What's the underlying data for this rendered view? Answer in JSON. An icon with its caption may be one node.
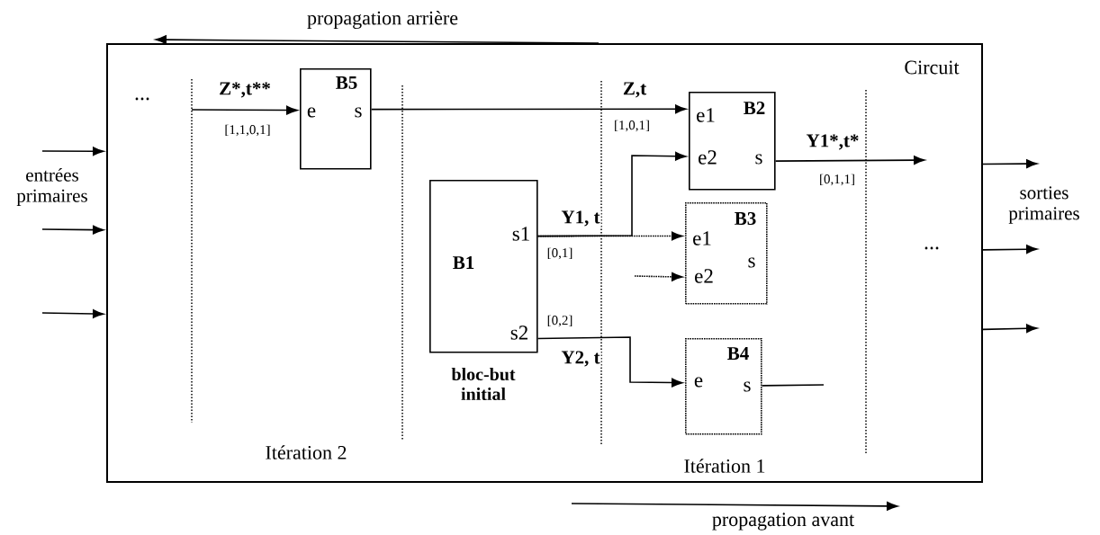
{
  "diagram": {
    "nodes": [
      {
        "text": [
          "Circuit"
        ]
      },
      {
        "text": [
          "B5",
          "e",
          "s"
        ],
        "in": 0
      },
      {
        "text": [
          "B2",
          "e1",
          "e2",
          "s"
        ],
        "in": 0
      },
      {
        "text": [
          "B1",
          "s1",
          "s2"
        ],
        "beside": [
          "bloc-but initial"
        ],
        "in": 0
      },
      {
        "text": [
          "B3",
          "e1",
          "e2",
          "s"
        ],
        "in": 0
      },
      {
        "text": [
          "B4",
          "e",
          "s"
        ],
        "in": 0
      }
    ],
    "edges": [
      {
        "from": null,
        "to": 1,
        "arrow": "to",
        "label": "Z*,t**"
      },
      {
        "from": 1,
        "to": 2,
        "arrow": "to",
        "label": "Z,t"
      },
      {
        "from": 2,
        "to": null,
        "arrow": "to",
        "label": "Y1*,t*"
      },
      {
        "from": 3,
        "to": 2,
        "arrow": "to",
        "label": "Y1, t"
      },
      {
        "from": 3,
        "to": 4,
        "arrow": "to",
        "style": "dashed"
      },
      {
        "from": null,
        "to": 4,
        "arrow": "to",
        "style": "dashed"
      },
      {
        "from": 3,
        "to": 5,
        "arrow": "to",
        "label": "Y2, t"
      },
      {
        "from": 5,
        "to": null,
        "arrow": "none"
      },
      {
        "from": null,
        "to": 0,
        "arrow": "to"
      },
      {
        "from": null,
        "to": 0,
        "arrow": "to"
      },
      {
        "from": null,
        "to": 0,
        "arrow": "to"
      },
      {
        "from": 0,
        "to": null,
        "arrow": "to"
      },
      {
        "from": 0,
        "to": null,
        "arrow": "to"
      },
      {
        "from": 0,
        "to": null,
        "arrow": "to"
      }
    ],
    "labels": [
      "propagation arrière",
      "...",
      "[1,1,0,1]",
      "[1,0,1]",
      "entrées primaires",
      "[0,1,1]",
      "sorties primaires",
      "[0,1]",
      "...",
      "[0,2]",
      "Itération 2",
      "Itération 1",
      "propagation avant"
    ]
  }
}
